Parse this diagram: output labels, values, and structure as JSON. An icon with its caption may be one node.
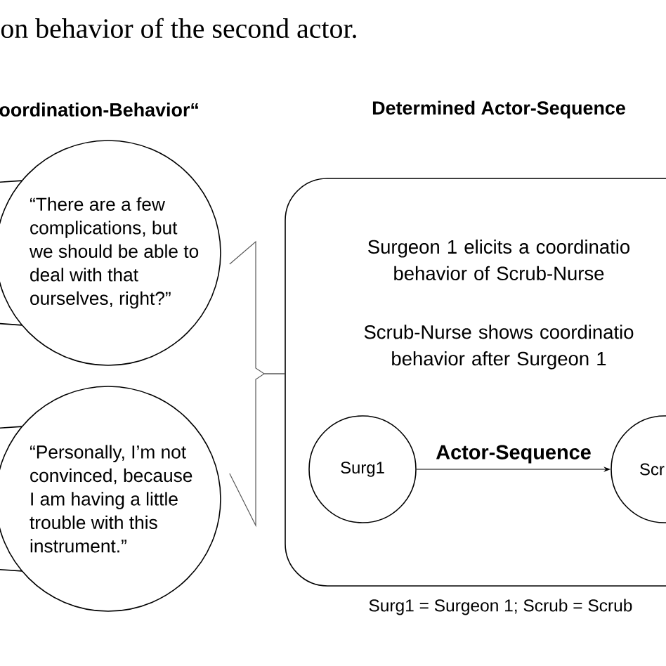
{
  "diagram": {
    "nodes": [
      {
        "text": [
          "“There are a few complications, but we should be able to deal with that ourselves, right?”"
        ]
      },
      {
        "text": [
          "“Personally, I’m not convinced, because I am having a little trouble with this instrument.”"
        ]
      },
      {
        "text": [
          "Determined Actor-Sequence",
          "Surgeon 1 elicits a coordinatio behavior of Scrub-Nurse",
          "Scrub-Nurse shows coordinatio behavior after Surgeon 1"
        ]
      },
      {
        "text": [
          "Surg1"
        ],
        "in": 2
      },
      {
        "text": [
          "Scr"
        ],
        "in": 2
      }
    ],
    "edges": [
      {
        "from": 0,
        "to": 2,
        "arrow": "none"
      },
      {
        "from": 1,
        "to": 2,
        "arrow": "none"
      },
      {
        "from": 3,
        "to": 4,
        "arrow": "to",
        "label": "Actor-Sequence"
      }
    ],
    "labels": [
      "on behavior of the second actor.",
      "oordination-Behavior“",
      "Surg1 = Surgeon 1; Scrub = Scrub"
    ]
  }
}
